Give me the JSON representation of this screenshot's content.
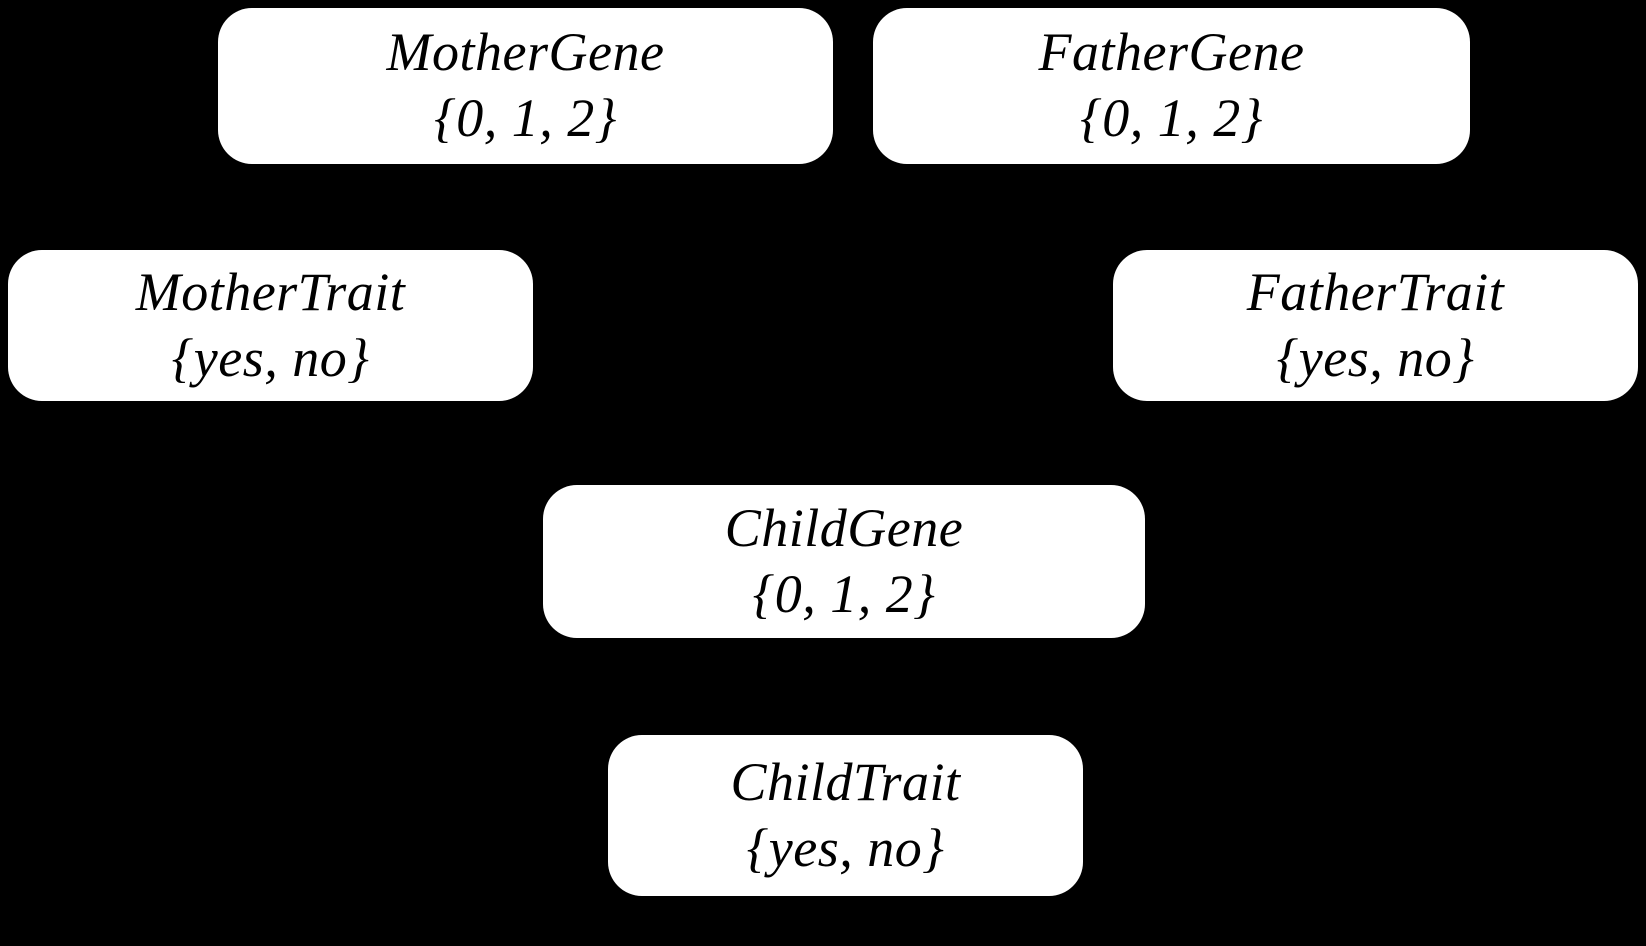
{
  "diagram": {
    "type": "bayesian-network",
    "title": "",
    "background_color": "#000000",
    "node_fill_color": "#ffffff",
    "node_text_color": "#000000",
    "nodes": [
      {
        "id": "mother-gene",
        "label": "MotherGene",
        "domain": "{0, 1, 2}"
      },
      {
        "id": "father-gene",
        "label": "FatherGene",
        "domain": "{0, 1, 2}"
      },
      {
        "id": "mother-trait",
        "label": "MotherTrait",
        "domain": "{yes, no}"
      },
      {
        "id": "father-trait",
        "label": "FatherTrait",
        "domain": "{yes, no}"
      },
      {
        "id": "child-gene",
        "label": "ChildGene",
        "domain": "{0, 1, 2}"
      },
      {
        "id": "child-trait",
        "label": "ChildTrait",
        "domain": "{yes, no}"
      }
    ]
  }
}
